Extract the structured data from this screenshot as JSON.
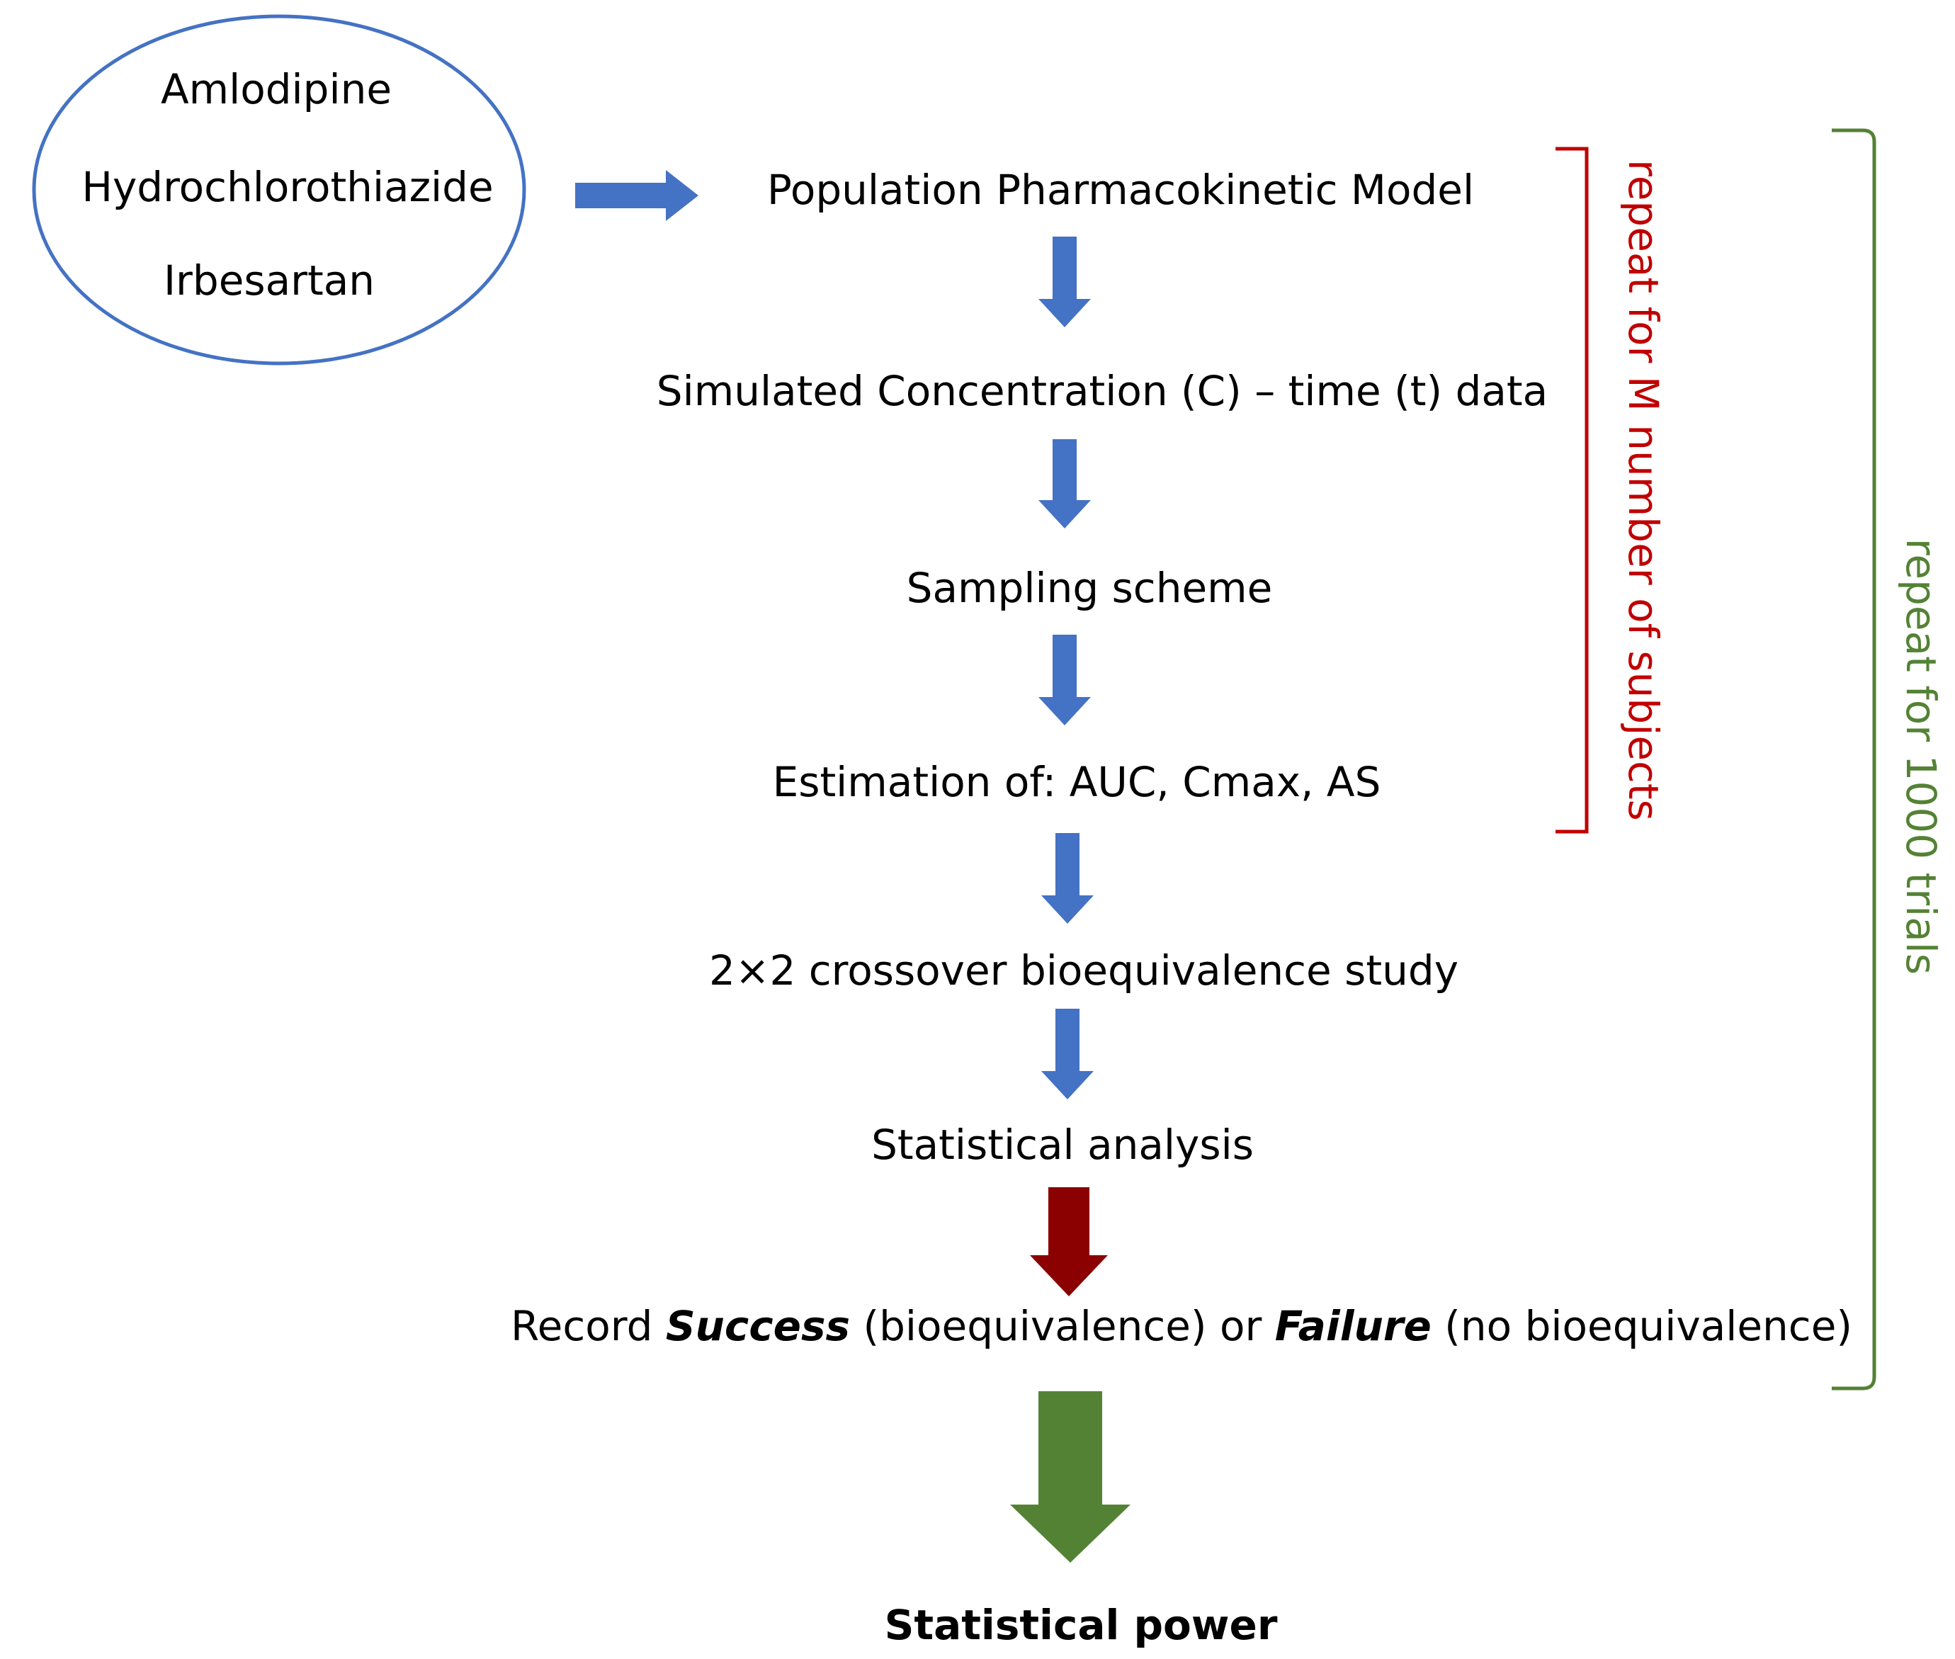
{
  "drugs": [
    "Amlodipine",
    "Hydrochlorothiazide",
    "Irbesartan"
  ],
  "steps": {
    "pop_pk_model": "Population Pharmacokinetic Model",
    "simulated_data": "Simulated Concentration (C) – time (t) data",
    "sampling": "Sampling scheme",
    "estimation": "Estimation of: AUC, Cmax, AS",
    "crossover": "2×2 crossover bioequivalence study",
    "statistical_analysis": "Statistical analysis",
    "record": {
      "prefix": "Record ",
      "success": "Success",
      "middle": " (bioequivalence) or ",
      "failure": "Failure",
      "suffix": " (no bioequivalence)"
    },
    "result": "Statistical power"
  },
  "loops": {
    "subjects": "repeat for M number of subjects",
    "trials": "repeat for 1000 trials"
  },
  "colors": {
    "ellipse_stroke": "#4472C4",
    "arrow_blue": "#4472C4",
    "arrow_red": "#8B0000",
    "arrow_green": "#548235",
    "bracket_red": "#C00000",
    "bracket_green": "#548235"
  }
}
